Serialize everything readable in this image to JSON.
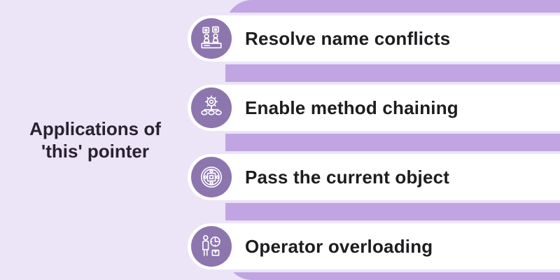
{
  "theme": {
    "bg": "#ece4f7",
    "band": "#c0a5e2",
    "circle": "#8d76ae",
    "row_bg": "#ffffff",
    "title_color": "#29222f",
    "label_color": "#1d1d20"
  },
  "title": {
    "line1": "Applications of",
    "line2": "'this' pointer"
  },
  "items": [
    {
      "label": "Resolve name conflicts",
      "icon": "name-conflict-icon"
    },
    {
      "label": "Enable method chaining",
      "icon": "method-chaining-icon"
    },
    {
      "label": "Pass the current object",
      "icon": "current-object-icon"
    },
    {
      "label": "Operator overloading",
      "icon": "operator-overloading-icon"
    }
  ]
}
